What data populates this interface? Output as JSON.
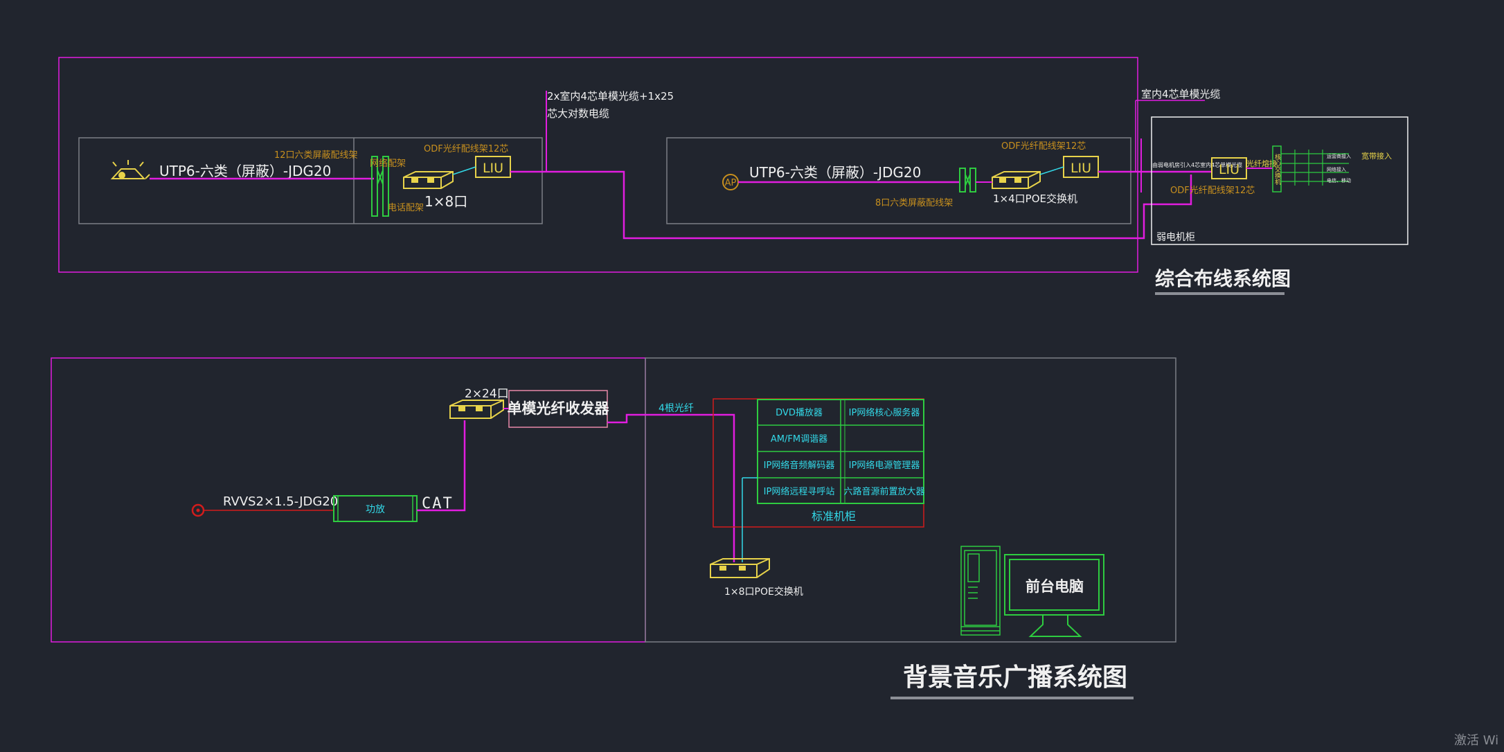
{
  "colors": {
    "background": "#21252e",
    "magenta": "#e21de0",
    "gray": "#7c7f86",
    "yellow": "#e8d34a",
    "orange": "#c8901e",
    "green": "#2ecc40",
    "cyan": "#33d9e8",
    "red": "#d21c1c",
    "white": "#f0f0f0"
  },
  "cabling": {
    "title": "综合布线系统图",
    "left_cable_label": "UTP6-六类（屏蔽）-JDG20",
    "left_patch_panel": "12口六类屏蔽配线架",
    "left_network_rack": "网络配架",
    "left_voice_rack": "电话配架",
    "left_odf": "ODF光纤配线架12芯",
    "left_liu": "LIU",
    "left_switch": "1×8口",
    "trunk_label_line1": "2x室内4芯单模光缆+1x25",
    "trunk_label_line2": "芯大对数电缆",
    "mid_ap": "AP",
    "mid_cable_label": "UTP6-六类（屏蔽）-JDG20",
    "mid_odf": "ODF光纤配线架12芯",
    "mid_liu": "LIU",
    "mid_patch_panel": "8口六类屏蔽配线架",
    "mid_switch": "1×4口POE交换机",
    "right_fiber_label": "室内4芯单模光缆",
    "right_small_label": "由弱电机房引入4芯室内4芯单模光缆",
    "right_liu": "LIU",
    "right_odf": "ODF光纤配线架12芯",
    "right_core_label": "光纤熔接",
    "right_vertical_label": "核心交换机",
    "right_carrier": "宽带接入",
    "right_small_1": "运营商接入",
    "right_small_2": "网络接入",
    "right_small_3": "电信、移动",
    "right_cabinet": "弱电机柜"
  },
  "broadcast": {
    "title": "背景音乐广播系统图",
    "speaker_cable": "RVVS2×1.5-JDG20",
    "amplifier": "功放",
    "cat_label": "CAT",
    "switch_top": "2×24口",
    "transceiver": "单模光纤收发器",
    "fiber_label": "4根光纤",
    "rack_items": [
      "DVD播放器",
      "IP网络核心服务器",
      "AM/FM调谐器",
      "",
      "IP网络音频解码器",
      "IP网络电源管理器",
      "IP网络远程寻呼站",
      "六路音源前置放大器"
    ],
    "rack_label": "标准机柜",
    "switch_bottom": "1×8口POE交换机",
    "computer_label": "前台电脑"
  },
  "watermark": "激活 Wi"
}
